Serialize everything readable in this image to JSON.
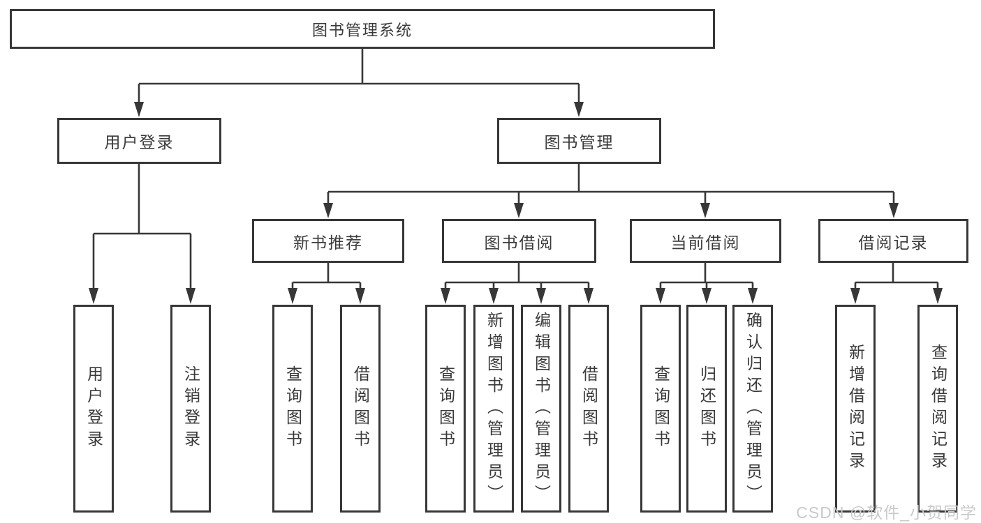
{
  "diagram": {
    "title": "图书管理系统",
    "branches": {
      "user_login": {
        "label": "用户登录",
        "leaves": [
          "用户登录",
          "注销登录"
        ]
      },
      "book_management": {
        "label": "图书管理",
        "sections": [
          {
            "label": "新书推荐",
            "leaves": [
              "查询图书",
              "借阅图书"
            ]
          },
          {
            "label": "图书借阅",
            "leaves": [
              "查询图书",
              "新增图书（管理员）",
              "编辑图书（管理员）",
              "借阅图书"
            ]
          },
          {
            "label": "当前借阅",
            "leaves": [
              "查询图书",
              "归还图书",
              "确认归还（管理员）"
            ]
          },
          {
            "label": "借阅记录",
            "leaves": [
              "新增借阅记录",
              "查询借阅记录"
            ]
          }
        ]
      }
    }
  },
  "watermark": {
    "text": "CSDN @软件_小贺同学"
  },
  "colors": {
    "line": "#373737",
    "text": "#3a3a3a",
    "watermark": "#c9c9c9",
    "background": "#ffffff"
  }
}
